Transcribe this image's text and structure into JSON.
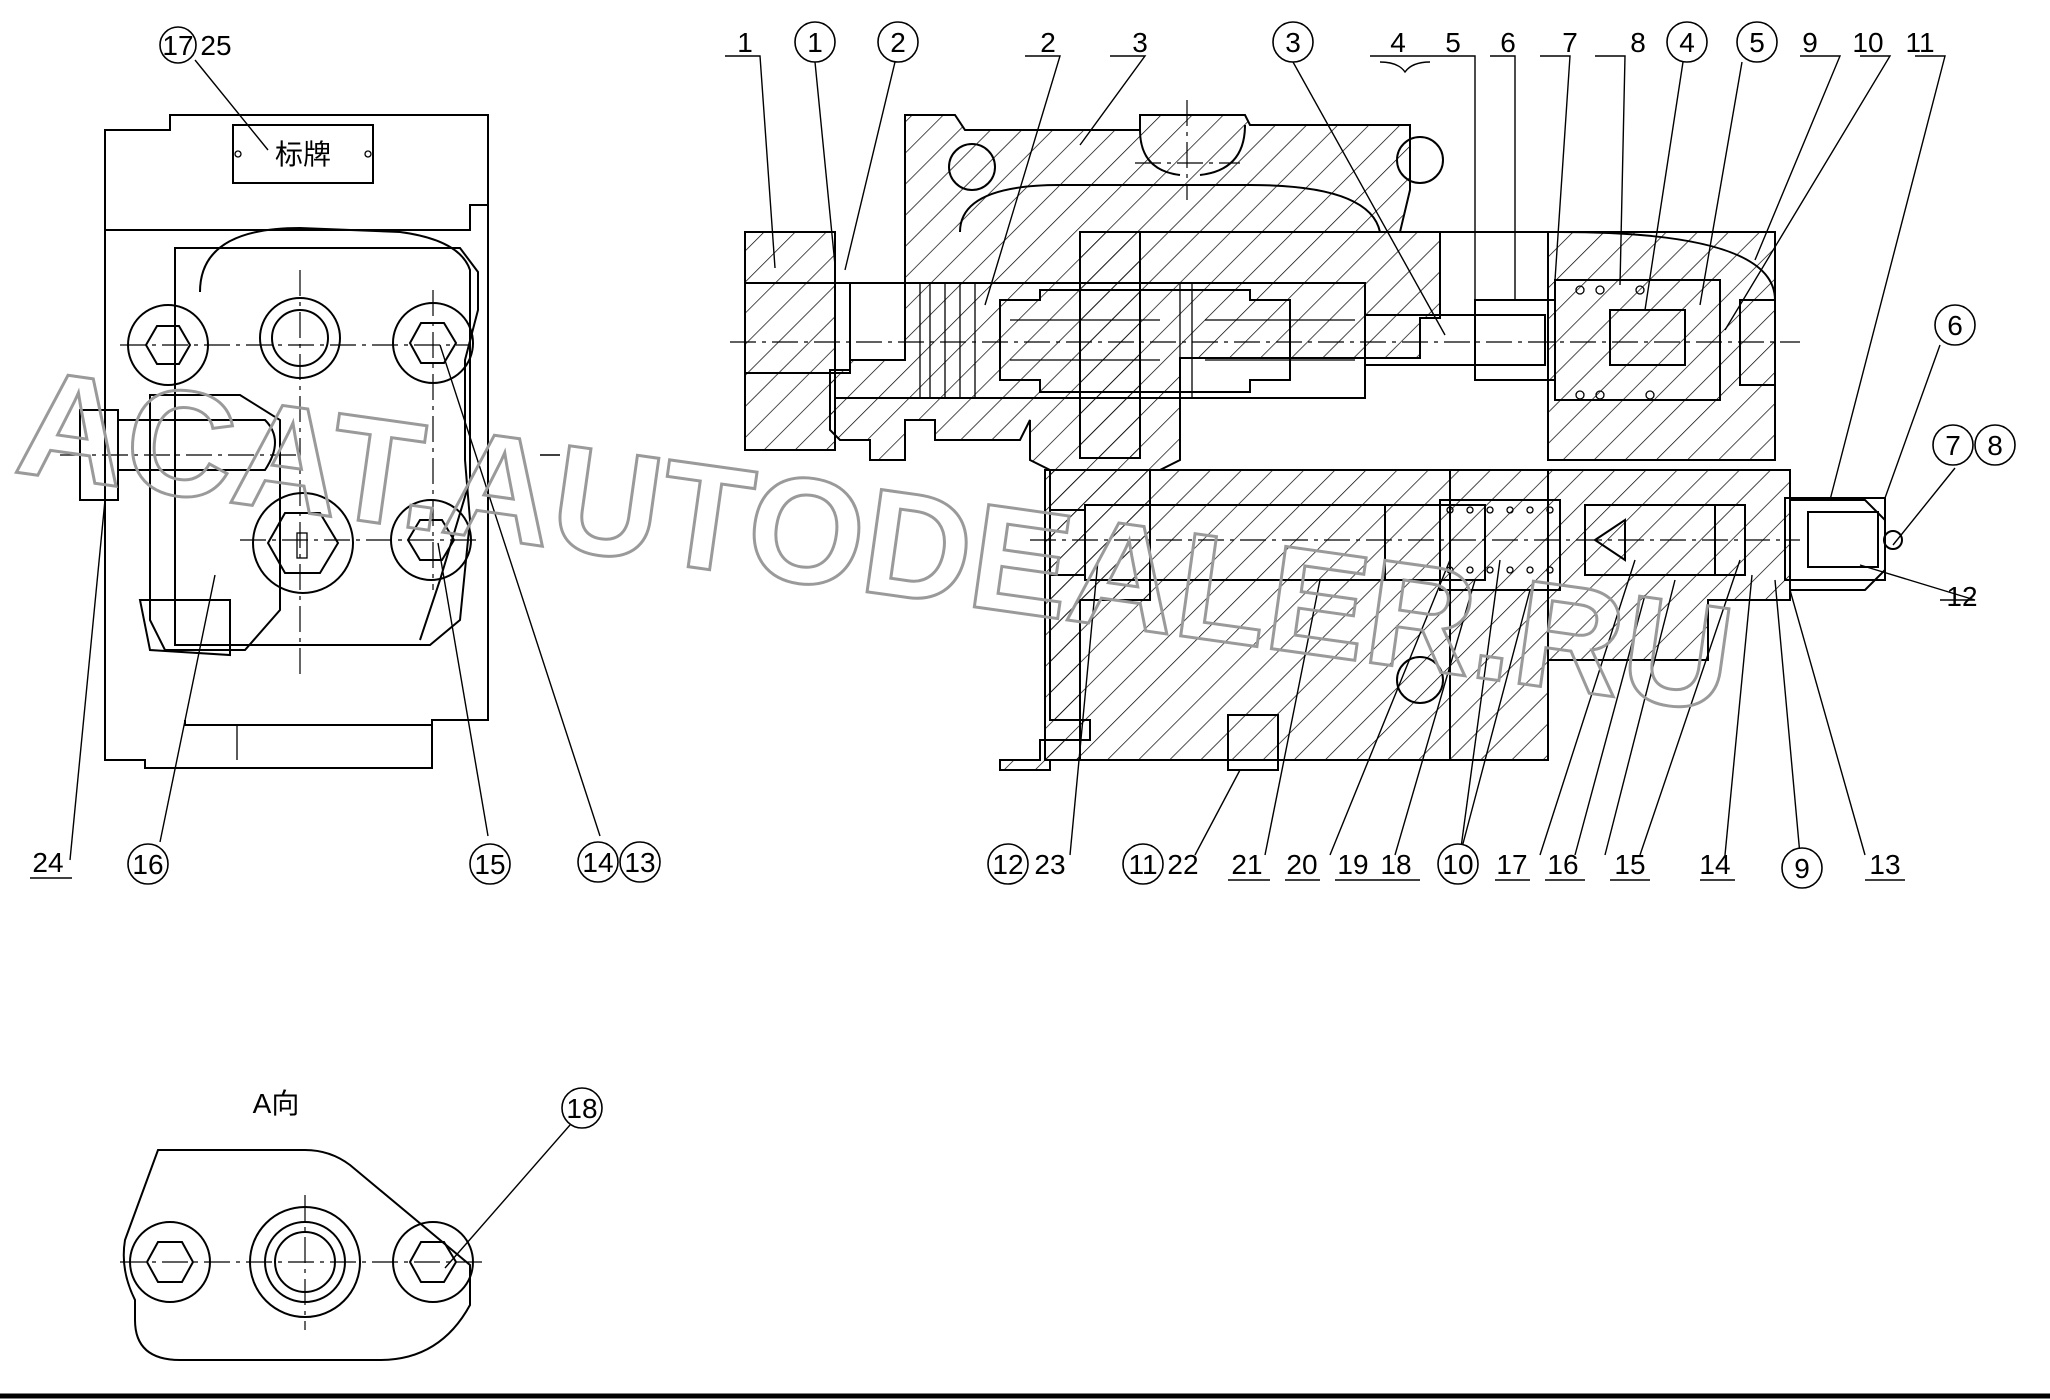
{
  "left_view_labels": {
    "top_pair": [
      "17",
      "25"
    ],
    "nameplate": "标牌",
    "bottom": [
      "24",
      "16",
      "15",
      "14",
      "13"
    ]
  },
  "center_top_labels": {
    "plain": [
      "1",
      "2",
      "3",
      "4",
      "5",
      "6",
      "7",
      "8",
      "9",
      "10",
      "11"
    ],
    "circled": [
      "1",
      "2",
      "3",
      "4",
      "5"
    ]
  },
  "center_right_labels": {
    "circled": [
      "6",
      "7",
      "8"
    ],
    "plain": [
      "12"
    ]
  },
  "center_bottom_labels": {
    "items": [
      "12",
      "23",
      "11",
      "22",
      "21",
      "20",
      "19",
      "18",
      "10",
      "17",
      "16",
      "15",
      "14",
      "9",
      "13"
    ]
  },
  "view_a": {
    "title": "A向",
    "label": "18"
  },
  "watermark": "ACAT.AUTODEALER.RU"
}
